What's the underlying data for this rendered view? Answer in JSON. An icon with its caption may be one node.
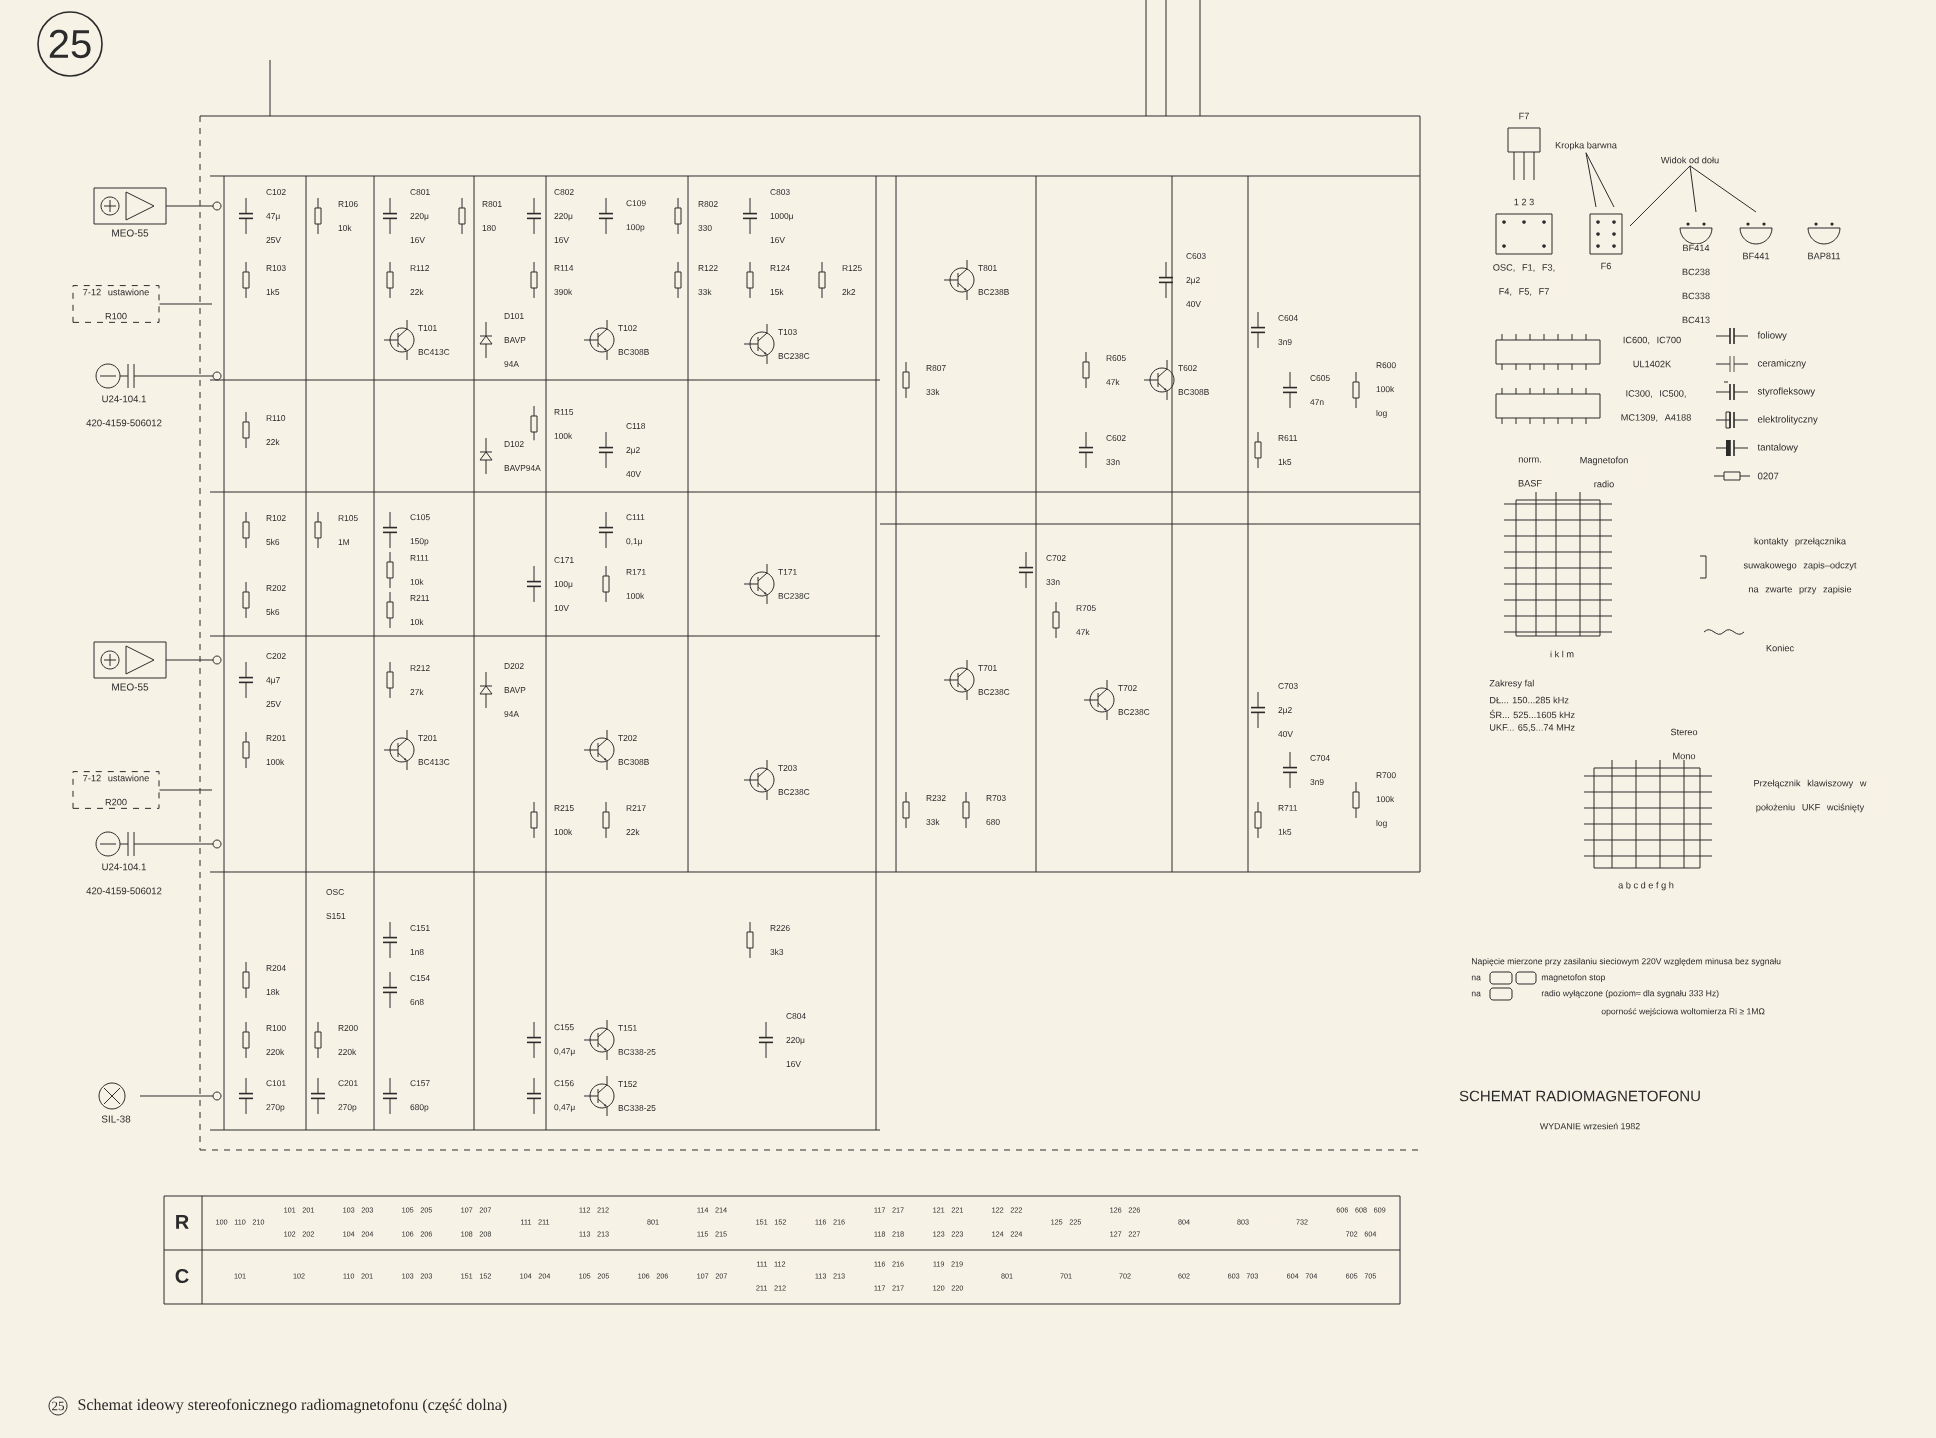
{
  "diagram": {
    "title": "SCHEMAT RADIOMAGNETOFONU",
    "caption": "Schemat ideowy stereofonicznego radiomagnetofonu (część dolna)",
    "nodes": [
      {
        "text": [
          "MEO-55"
        ]
      },
      {
        "text": [
          "7-12 ustawione R100"
        ]
      },
      {
        "text": [
          "U24-104.1 420-4159-506012"
        ]
      },
      {
        "text": [
          "MEO-55"
        ]
      },
      {
        "text": [
          "7-12 ustawione R200"
        ]
      },
      {
        "text": [
          "U24-104.1 420-4159-506012"
        ]
      },
      {
        "text": [
          "SIL-38"
        ]
      },
      {
        "text": [
          "Kropka barwna"
        ]
      },
      {
        "text": [
          "Widok od dołu"
        ]
      }
    ],
    "edges": [
      {
        "from": 1,
        "to": null,
        "arrow": "none"
      },
      {
        "from": 4,
        "to": null,
        "arrow": "none"
      },
      {
        "from": 7,
        "to": null,
        "arrow": "none"
      },
      {
        "from": 7,
        "to": null,
        "arrow": "none"
      },
      {
        "from": 8,
        "to": null,
        "arrow": "none"
      },
      {
        "from": 8,
        "to": null,
        "arrow": "none"
      },
      {
        "from": 8,
        "to": null,
        "arrow": "none"
      }
    ],
    "labels": [
      "25",
      "C102 47μ 25V",
      "R106 10k",
      "C801 220μ 16V",
      "R801 180",
      "C802 220μ 16V",
      "C109 100p",
      "R802 330",
      "C803 1000μ 16V",
      "R103 1k5",
      "R112 22k",
      "R114 390k",
      "R122 33k",
      "R124 15k",
      "R125 2k2",
      "T101 BC413C",
      "D101 BAVP 94A",
      "T102 BC308B",
      "T103 BC238C",
      "R110 22k",
      "R115 100k",
      "D102 BAVP94A",
      "C118 2μ2 40V",
      "R102 5k6",
      "R105 1M",
      "C105 150p",
      "C111 0,1μ",
      "R111 10k",
      "C171 100μ 10V",
      "R171 100k",
      "T171 BC238C",
      "R202 5k6",
      "R211 10k",
      "C202 4μ7 25V",
      "R212 27k",
      "D202 BAVP 94A",
      "R201 100k",
      "T201 BC413C",
      "T202 BC308B",
      "T203 BC238C",
      "R215 100k",
      "R217 22k",
      "OSC S151",
      "C151 1n8",
      "R226 3k3",
      "R204 18k",
      "C154 6n8",
      "R100 220k",
      "R200 220k",
      "C155 0,47μ",
      "T151 BC338-25",
      "C804 220μ 16V",
      "C101 270p",
      "C201 270p",
      "C157 680p",
      "C156 0,47μ",
      "T152 BC338-25",
      "T801 BC238B",
      "C603 2μ2 40V",
      "C604 3n9",
      "R807 33k",
      "R605 47k",
      "T602 BC308B",
      "C605 47n",
      "R600 100k log",
      "C602 33n",
      "R611 1k5",
      "C702 33n",
      "R705 47k",
      "T701 BC238C",
      "T702 BC238C",
      "C703 2μ2 40V",
      "C704 3n9",
      "R232 33k",
      "R703 680",
      "R711 1k5",
      "R700 100k log",
      "F7",
      "1 2 3",
      "OSC, F1, F3, F4, F5, F7",
      "F6",
      "BF414 BC238 BC338 BC413",
      "BF441",
      "BAP811",
      "IC600, IC700 UL1402K",
      "IC300, IC500, MC1309, A4188",
      "norm. BASF",
      "Magnetofon radio",
      "kontakty przełącznika suwakowego zapis–odczyt na zwarte przy zapisie",
      "Koniec",
      "i k l m",
      "Zakresy fal",
      "DŁ... 150...285 kHz",
      "ŚR... 525...1605 kHz",
      "UKF... 65,5...74 MHz",
      "Stereo Mono",
      "Przełącznik klawiszowy w położeniu UKF wciśnięty",
      "a b c d e f g h",
      "Napięcie mierzone przy zasilaniu sieciowym 220V względem minusa bez sygnału",
      "na",
      "magnetofon stop",
      "na",
      "radio wyłączone (poziom≈ dla sygnału 333 Hz)",
      "oporność wejściowa woltomierza Ri ≥ 1MΩ",
      "WYDANIE wrzesień 1982",
      "R",
      "100 110 210",
      "101 201 102 202",
      "103 203 104 204",
      "105 205 106 206",
      "107 207 108 208",
      "111 211",
      "112 212 113 213",
      "801",
      "114 214 115 215",
      "151 152",
      "116 216",
      "117 217 118 218",
      "121 221 123 223",
      "122 222 124 224",
      "125 225",
      "126 226 127 227",
      "804",
      "803",
      "732",
      "606 608 609 702 604",
      "C",
      "101",
      "102",
      "110 201",
      "103 203",
      "151 152",
      "104 204",
      "105 205",
      "106 206",
      "107 207",
      "111 112 211 212",
      "113 213",
      "116 216 117 217",
      "119 219 120 220",
      "801",
      "701",
      "702",
      "602",
      "603 703",
      "604 704",
      "605 705",
      "25"
    ],
    "legend": [
      {
        "text": "foliowy"
      },
      {
        "text": "ceramiczny"
      },
      {
        "text": "styrofleksowy"
      },
      {
        "text": "elektrolityczny"
      },
      {
        "text": "tantalowy"
      },
      {
        "text": "0207"
      }
    ]
  }
}
